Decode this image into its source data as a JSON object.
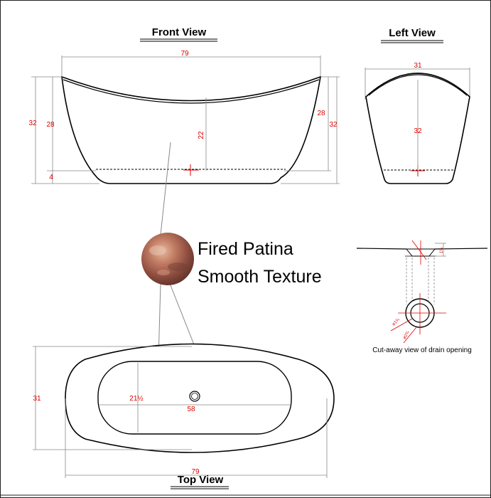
{
  "views": {
    "front": {
      "title": "Front View",
      "width": "79",
      "height_left_outer": "32",
      "height_left_inner": "28",
      "height_right_inner": "28",
      "height_right_outer": "32",
      "depth": "22",
      "base": "4"
    },
    "left": {
      "title": "Left View",
      "width": "31",
      "height": "32"
    },
    "top": {
      "title": "Top View",
      "width": "79",
      "depth": "31",
      "inner_width": "21½",
      "inner_length": "58"
    }
  },
  "finish": {
    "line1": "Fired Patina",
    "line2": "Smooth Texture",
    "swatch_colors": [
      "#c9896e",
      "#8a4a3c",
      "#e3b39a",
      "#6b3a33"
    ]
  },
  "drain": {
    "caption": "Cut-away view of drain opening",
    "dim_outer": "ø2¾",
    "dim_inner": "ø1¾",
    "dim_depth": "1¼"
  },
  "colors": {
    "outline": "#000000",
    "dimension": "#e00000",
    "leader": "#777777"
  }
}
